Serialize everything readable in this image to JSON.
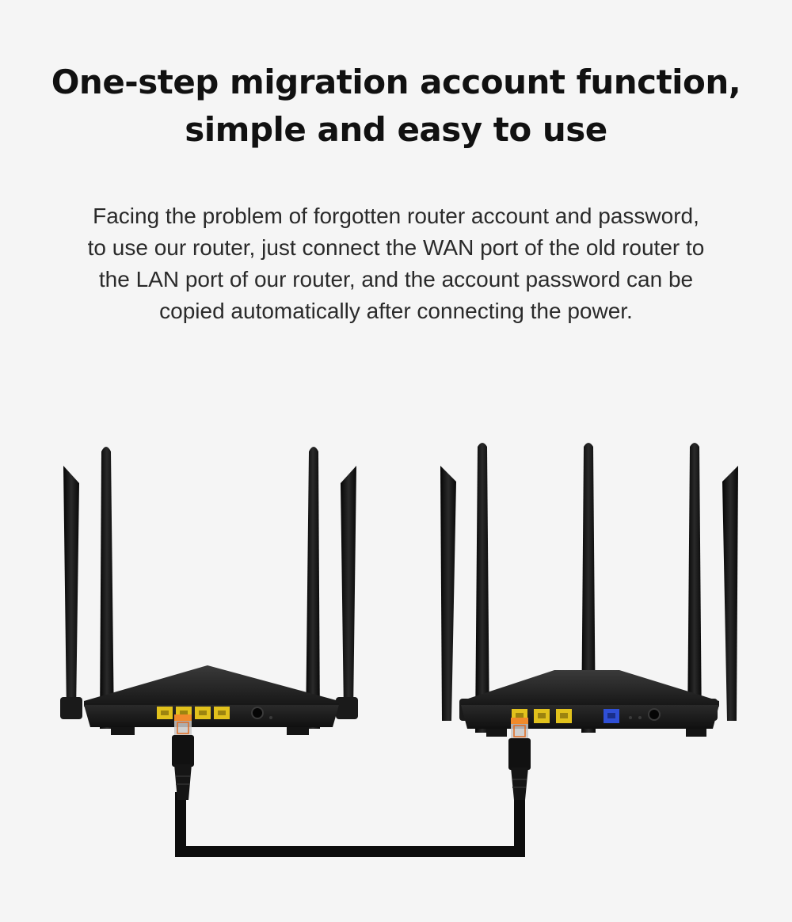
{
  "headline": {
    "line1": "One-step migration account function,",
    "line2": "simple and easy to use"
  },
  "description": {
    "lines": [
      "Facing the problem of forgotten router account and password,",
      "to use our router, just connect the WAN port of the old router to",
      "the LAN port of our router, and the account password can be",
      "copied automatically after connecting the power."
    ]
  },
  "colors": {
    "background": "#f5f5f5",
    "router_body": "#1c1c1c",
    "lan_port": "#e2c21c",
    "wan_port": "#2f4fd6",
    "cable": "#0d0d0d"
  },
  "illustration": {
    "left_router": {
      "icon": "router-4-antenna-icon",
      "lan_ports": 4
    },
    "right_router": {
      "icon": "router-6-antenna-icon",
      "lan_ports": 3,
      "wan_ports": 1
    },
    "cable": {
      "icon": "ethernet-cable-icon"
    }
  }
}
